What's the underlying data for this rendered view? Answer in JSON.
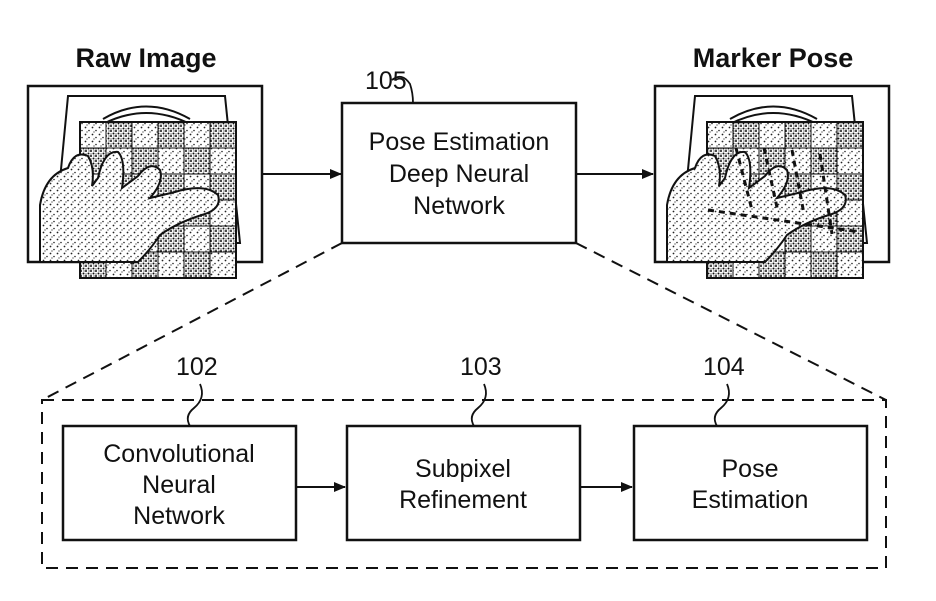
{
  "raw_image": {
    "title": "Raw Image"
  },
  "marker_pose": {
    "title": "Marker Pose"
  },
  "network": {
    "ref": "105",
    "lines": [
      "Pose Estimation",
      "Deep Neural",
      "Network"
    ]
  },
  "stages": [
    {
      "ref": "102",
      "lines": [
        "Convolutional",
        "Neural",
        "Network"
      ]
    },
    {
      "ref": "103",
      "lines": [
        "Subpixel",
        "Refinement"
      ]
    },
    {
      "ref": "104",
      "lines": [
        "Pose",
        "Estimation"
      ]
    }
  ]
}
